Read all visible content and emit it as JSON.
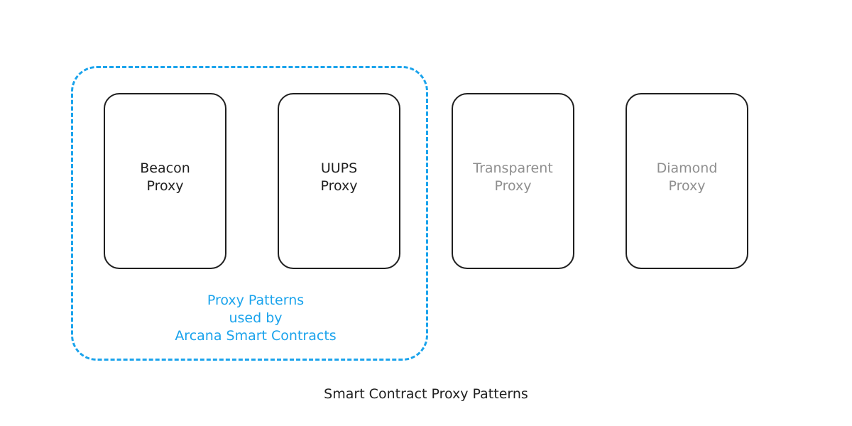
{
  "diagram": {
    "caption": "Smart Contract Proxy Patterns",
    "group": {
      "caption": "Proxy Patterns\nused by\nArcana Smart Contracts",
      "color": "#1AA3EC"
    },
    "cards": [
      {
        "label": "Beacon\nProxy",
        "in_group": true
      },
      {
        "label": "UUPS\nProxy",
        "in_group": true
      },
      {
        "label": "Transparent\nProxy",
        "in_group": false
      },
      {
        "label": "Diamond\nProxy",
        "in_group": false
      }
    ],
    "colors": {
      "border": "#1f1f1f",
      "active_text": "#1f1f1f",
      "muted_text": "#8f8f8f"
    }
  }
}
